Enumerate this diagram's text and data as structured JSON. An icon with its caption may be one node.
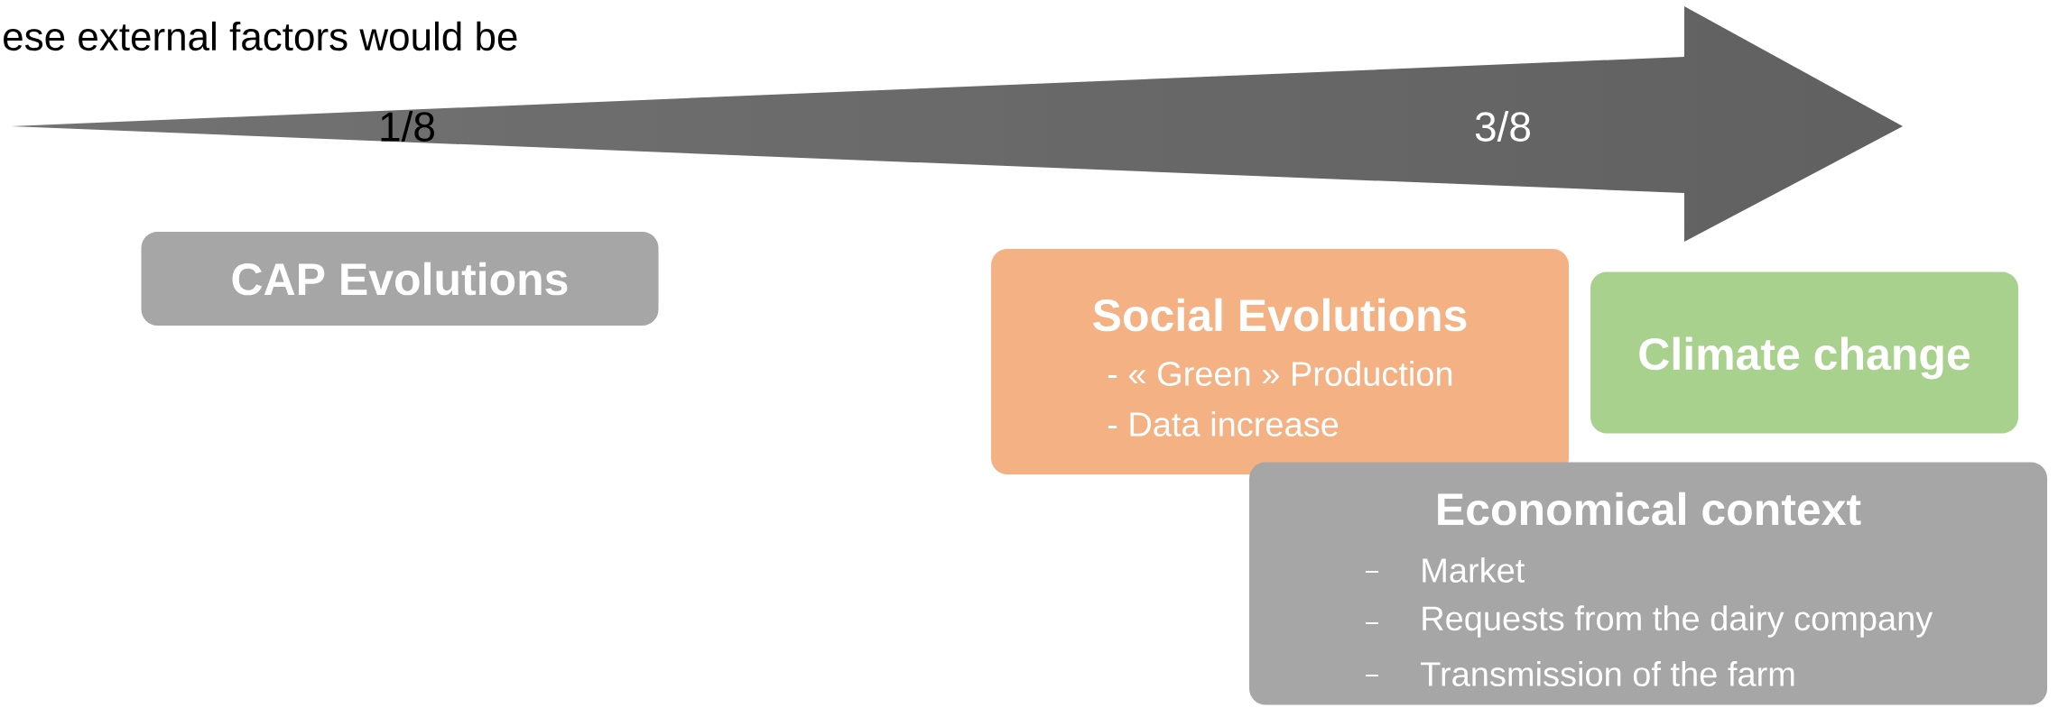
{
  "diagram": {
    "nodes": [
      {
        "text": [
          "CAP Evolutions"
        ]
      },
      {
        "text": [
          "Social Evolutions",
          "- « Green » Production",
          "- Data increase"
        ]
      },
      {
        "text": [
          "Climate change"
        ]
      },
      {
        "text": [
          "Economical context",
          "Market",
          "Requests from the dairy company",
          "Transmission of the farm"
        ]
      }
    ],
    "labels": [
      "ese external factors would be",
      "1/8",
      "3/8"
    ]
  }
}
